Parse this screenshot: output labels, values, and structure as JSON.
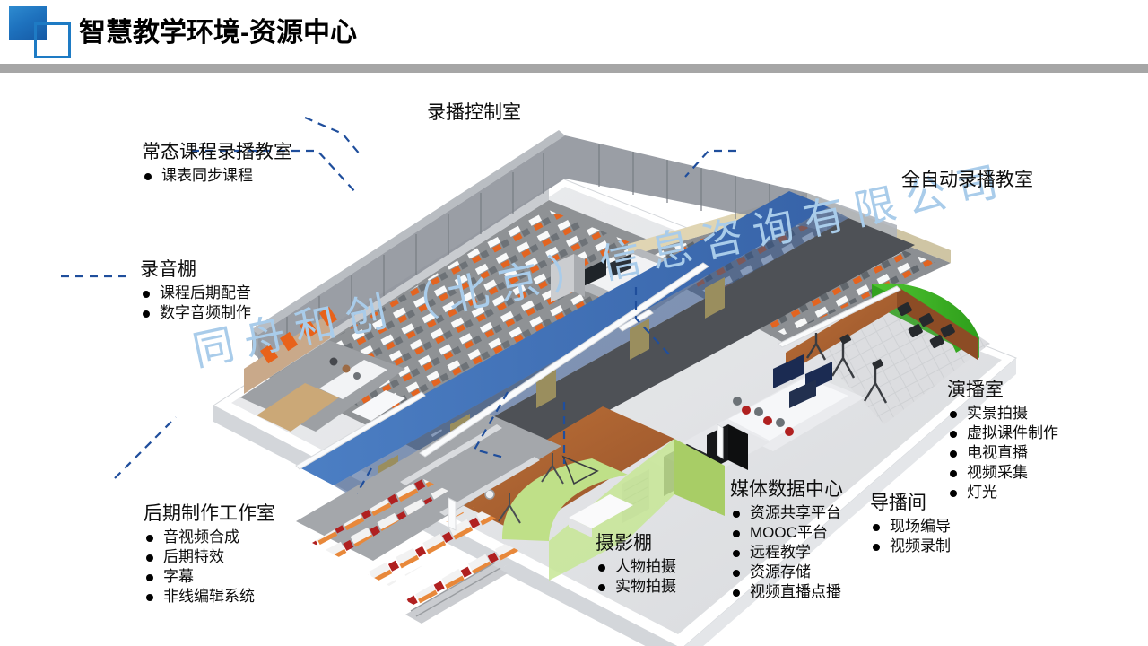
{
  "header": {
    "title": "智慧教学环境-资源中心",
    "logo_name": "brand-logo",
    "accent_color": "#1E7BC4",
    "rule_color": "#A6A6A6"
  },
  "watermark": {
    "text": "同舟和创（北京）信息咨询有限公司",
    "color": "#A9CCEA"
  },
  "scene": {
    "name": "smart-teaching-environment-3d-floorplan",
    "leader_line_color": "#1F4E9C",
    "palette": {
      "floor_light": "#E9EAEC",
      "floor_gray": "#8C8D8F",
      "carpet_blue": "#3E6FB5",
      "wall_white": "#F4F5F7",
      "wood_brown": "#A5602F",
      "green_screen": "#3FB527",
      "green_wall_light": "#B4DC6A",
      "desk_orange": "#E8621A",
      "server_black": "#1A1A1A",
      "partition_gray": "#9BA0A6",
      "ceiling_slab": "#6E747B"
    }
  },
  "callouts": [
    {
      "id": "normal-recording-classroom",
      "title": "常态课程录播教室",
      "items": [
        "课表同步课程"
      ]
    },
    {
      "id": "recording-control-room",
      "title": "录播控制室",
      "items": []
    },
    {
      "id": "fully-automatic-recording-classroom",
      "title": "全自动录播教室",
      "items": []
    },
    {
      "id": "sound-recording-booth",
      "title": "录音棚",
      "items": [
        "课程后期配音",
        "数字音频制作"
      ]
    },
    {
      "id": "broadcast-studio",
      "title": "演播室",
      "items": [
        "实景拍摄",
        "虚拟课件制作",
        "电视直播",
        "视频采集",
        "灯光"
      ]
    },
    {
      "id": "post-production-studio",
      "title": "后期制作工作室",
      "items": [
        "音视频合成",
        "后期特效",
        "字幕",
        "非线编辑系统"
      ]
    },
    {
      "id": "photography-studio",
      "title": "摄影棚",
      "items": [
        "人物拍摄",
        "实物拍摄"
      ]
    },
    {
      "id": "media-data-center",
      "title": "媒体数据中心",
      "items": [
        "资源共享平台",
        "MOOC平台",
        "远程教学",
        "资源存储",
        "视频直播点播"
      ]
    },
    {
      "id": "director-room",
      "title": "导播间",
      "items": [
        "现场编导",
        "视频录制"
      ]
    }
  ]
}
